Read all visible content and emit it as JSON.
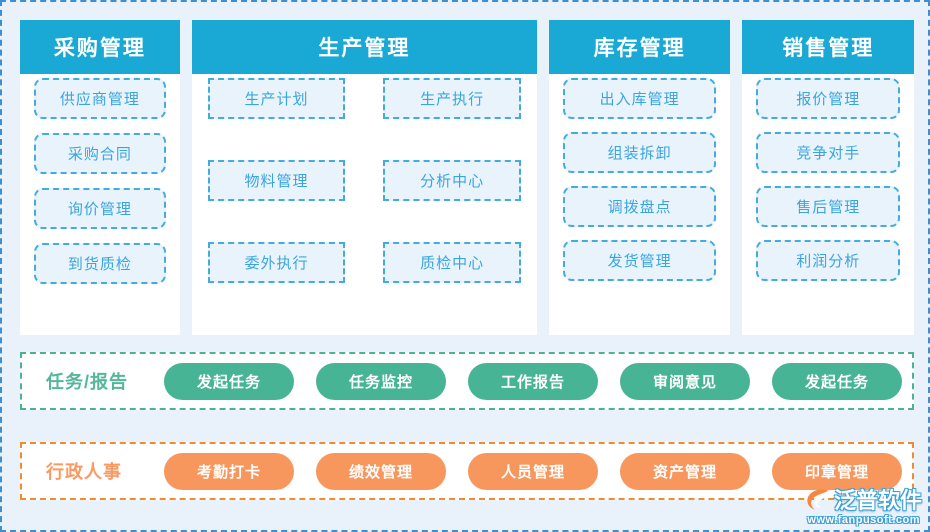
{
  "colors": {
    "page_background": "#e9f2fb",
    "page_border": "#3f8ed0",
    "card_header": "#1aa9d4",
    "chip_text": "#3aa5dd",
    "chip_border": "#45abdc",
    "chip_fill": "#e9f3fc",
    "task_accent": "#48b496",
    "task_label": "#55b79a",
    "admin_accent": "#f8975d",
    "admin_label": "#f99a62"
  },
  "cards": [
    {
      "id": "purchase",
      "title": "采购管理",
      "layout": "single-column",
      "items": [
        "供应商管理",
        "采购合同",
        "询价管理",
        "到货质检"
      ]
    },
    {
      "id": "production",
      "title": "生产管理",
      "layout": "two-column",
      "items": [
        "生产计划",
        "生产执行",
        "物料管理",
        "分析中心",
        "委外执行",
        "质检中心"
      ]
    },
    {
      "id": "inventory",
      "title": "库存管理",
      "layout": "single-column",
      "items": [
        "出入库管理",
        "组装拆卸",
        "调拨盘点",
        "发货管理"
      ]
    },
    {
      "id": "sales",
      "title": "销售管理",
      "layout": "single-column",
      "items": [
        "报价管理",
        "竞争对手",
        "售后管理",
        "利润分析"
      ]
    }
  ],
  "bands": [
    {
      "id": "task",
      "label": "任务/报告",
      "buttons": [
        "发起任务",
        "任务监控",
        "工作报告",
        "审阅意见",
        "发起任务"
      ]
    },
    {
      "id": "admin",
      "label": "行政人事",
      "buttons": [
        "考勤打卡",
        "绩效管理",
        "人员管理",
        "资产管理",
        "印章管理"
      ]
    }
  ],
  "logo": {
    "mark": "fanpu-swoosh-icon",
    "name": "泛普软件",
    "url": "www.fanpusoft.com"
  }
}
